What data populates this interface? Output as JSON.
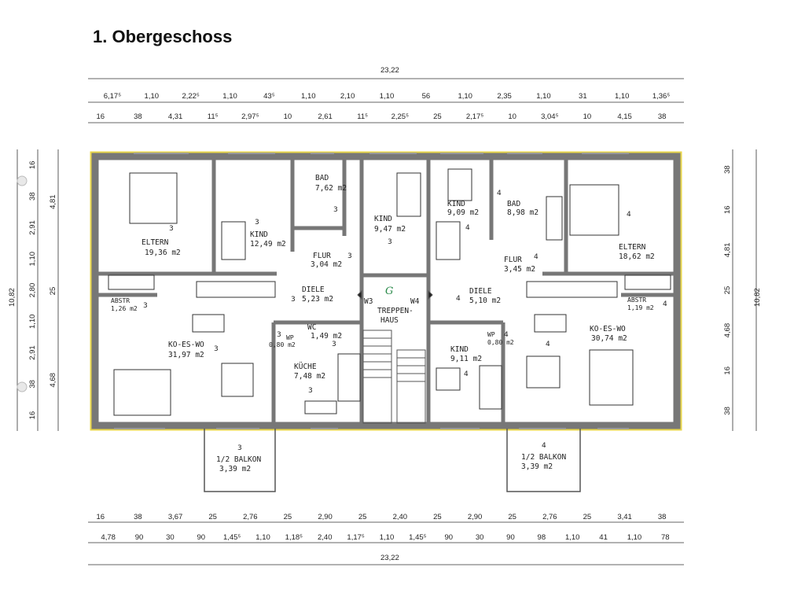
{
  "title": "1. Obergeschoss",
  "rooms_w3": {
    "eltern": {
      "name": "ELTERN",
      "area": "19,36 m2",
      "unit": "3"
    },
    "kind1": {
      "name": "KIND",
      "area": "12,49 m2",
      "unit": "3"
    },
    "bad": {
      "name": "BAD",
      "area": "7,62 m2",
      "unit": "3"
    },
    "kind2": {
      "name": "KIND",
      "area": "9,47 m2",
      "unit": "3"
    },
    "flur": {
      "name": "FLUR",
      "area": "3,04 m2",
      "unit": "3"
    },
    "diele": {
      "name": "DIELE",
      "area": "5,23 m2",
      "unit": "3"
    },
    "abstr": {
      "name": "ABSTR",
      "area": "1,26 m2",
      "unit": "3"
    },
    "wc": {
      "name": "WC",
      "area": "1,49 m2",
      "unit": "3"
    },
    "wp": {
      "name": "WP",
      "area": "0,80 m2",
      "unit": "3"
    },
    "koeswo": {
      "name": "KO-ES-WO",
      "area": "31,97 m2",
      "unit": "3"
    },
    "kueche": {
      "name": "KÜCHE",
      "area": "7,48 m2",
      "unit": "3"
    },
    "balkon": {
      "name": "1/2 BALKON",
      "area": "3,39 m2",
      "unit": "3"
    }
  },
  "rooms_w4": {
    "kind1": {
      "name": "KIND",
      "area": "9,09 m2",
      "unit": "4"
    },
    "bad": {
      "name": "BAD",
      "area": "8,98 m2",
      "unit": "4"
    },
    "eltern": {
      "name": "ELTERN",
      "area": "18,62 m2",
      "unit": "4"
    },
    "flur": {
      "name": "FLUR",
      "area": "3,45 m2",
      "unit": "4"
    },
    "diele": {
      "name": "DIELE",
      "area": "5,10 m2",
      "unit": "4"
    },
    "abstr": {
      "name": "ABSTR",
      "area": "1,19 m2",
      "unit": "4"
    },
    "kind2": {
      "name": "KIND",
      "area": "9,11 m2",
      "unit": "4"
    },
    "wp": {
      "name": "WP",
      "area": "0,80 m2",
      "unit": "4"
    },
    "koeswo": {
      "name": "KO-ES-WO",
      "area": "30,74 m2",
      "unit": "4"
    },
    "balkon": {
      "name": "1/2 BALKON",
      "area": "3,39 m2",
      "unit": "4"
    }
  },
  "stair": {
    "line1": "TREPPEN-",
    "line2": "HAUS",
    "left": "W3",
    "right": "W4",
    "mark": "G"
  },
  "dims": {
    "top_total": "23,22",
    "top_row1": [
      "6,17⁵",
      "1,10",
      "2,22⁵",
      "1,10",
      "43⁵",
      "1,10",
      "2,10",
      "1,10",
      "56",
      "1,10",
      "2,35",
      "1,10",
      "31",
      "1,10",
      "1,36⁵"
    ],
    "top_row2": [
      "16",
      "38",
      "4,31",
      "11⁵",
      "2,97⁵",
      "10",
      "2,61",
      "11⁵",
      "2,25⁵",
      "25",
      "2,17⁵",
      "10",
      "3,04⁵",
      "10",
      "4,15",
      "38"
    ],
    "bot_row1": [
      "16",
      "38",
      "3,67",
      "25",
      "2,76",
      "25",
      "2,90",
      "25",
      "2,40",
      "25",
      "2,90",
      "25",
      "2,76",
      "25",
      "3,41",
      "38"
    ],
    "bot_row2": [
      "4,78",
      "90",
      "30",
      "90",
      "1,45⁵",
      "1,10",
      "1,18⁵",
      "2,40",
      "1,17⁵",
      "1,10",
      "1,45⁵",
      "90",
      "30",
      "90",
      "98",
      "1,10",
      "41",
      "1,10",
      "78"
    ],
    "bot_total": "23,22",
    "left_total": "10,82",
    "left_row1": [
      "16",
      "38",
      "2,91",
      "1,10",
      "2,80",
      "1,10",
      "2,91",
      "38",
      "16"
    ],
    "left_row2": [
      "4,81",
      "25",
      "4,68"
    ],
    "right_total": "10,82",
    "right_row": [
      "38",
      "16",
      "4,81",
      "25",
      "4,68",
      "16",
      "38"
    ]
  }
}
